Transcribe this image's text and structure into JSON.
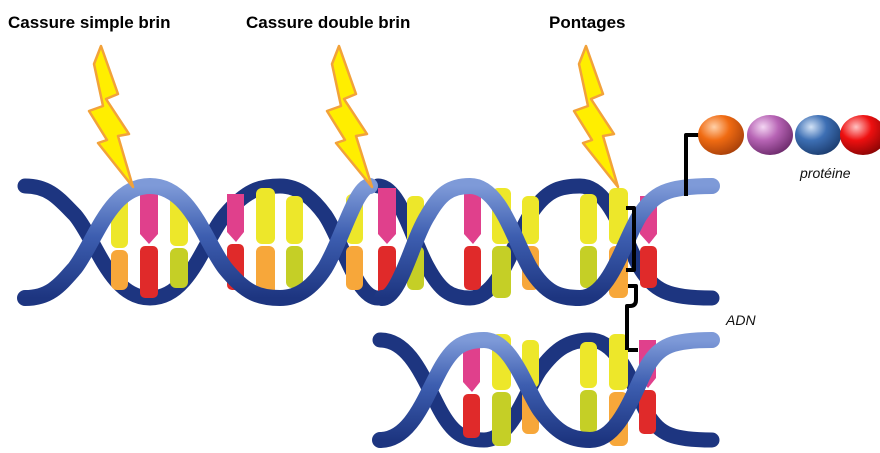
{
  "labels": {
    "single_strand_break": "Cassure simple brin",
    "double_strand_break": "Cassure double brin",
    "crosslinks": "Pontages",
    "protein": "protéine",
    "dna": "ADN"
  },
  "colors": {
    "backbone": "#2b4a9c",
    "backbone_light": "#6d8bd0",
    "lightning": "#ffee00",
    "lightning_edge": "#f2a23a",
    "crosslink": "#000000",
    "base_yellow": "#ede72a",
    "base_orange": "#f7a73a",
    "base_red": "#e02a2a",
    "base_magenta": "#e0408c",
    "base_lime": "#c5cf26",
    "protein_orange": "#f06b12",
    "protein_purple": "#b764b5",
    "protein_blue": "#3d6fb4",
    "protein_red": "#ee1010"
  },
  "icons": {
    "damage": "lightning-bolt-icon"
  }
}
